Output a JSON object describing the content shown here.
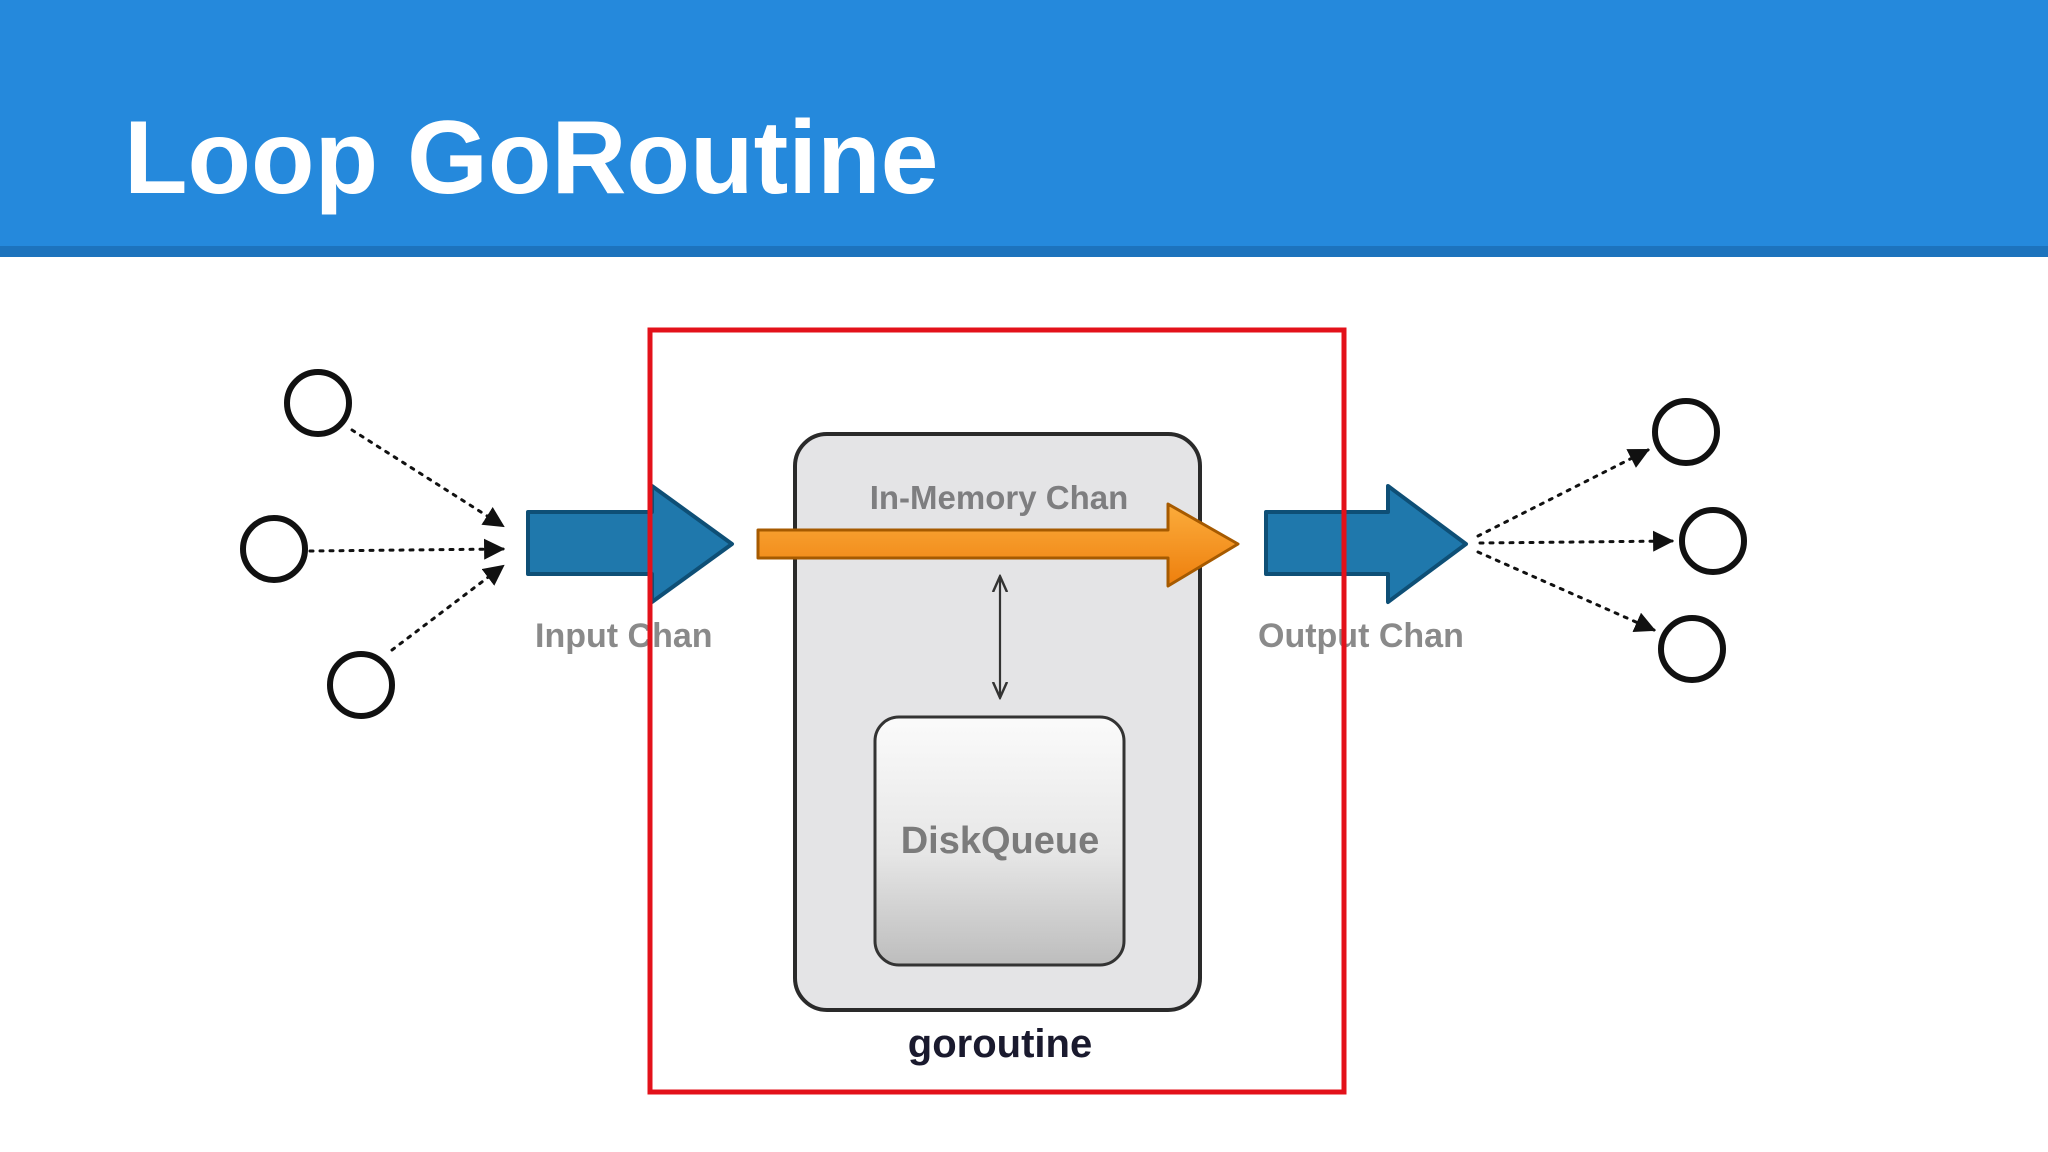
{
  "slide": {
    "title": "Loop GoRoutine"
  },
  "diagram": {
    "input_chan_label": "Input Chan",
    "in_memory_chan_label": "In-Memory Chan",
    "disk_queue_label": "DiskQueue",
    "goroutine_label": "goroutine",
    "output_chan_label": "Output Chan",
    "producer_count": 3,
    "consumer_count": 3
  },
  "colors": {
    "header_blue": "#2589dc",
    "channel_arrow_blue": "#1f78ac",
    "memory_arrow_orange": "#f7941d",
    "highlight_red": "#e3111a",
    "goroutine_box_gray": "#e4e4e6"
  }
}
